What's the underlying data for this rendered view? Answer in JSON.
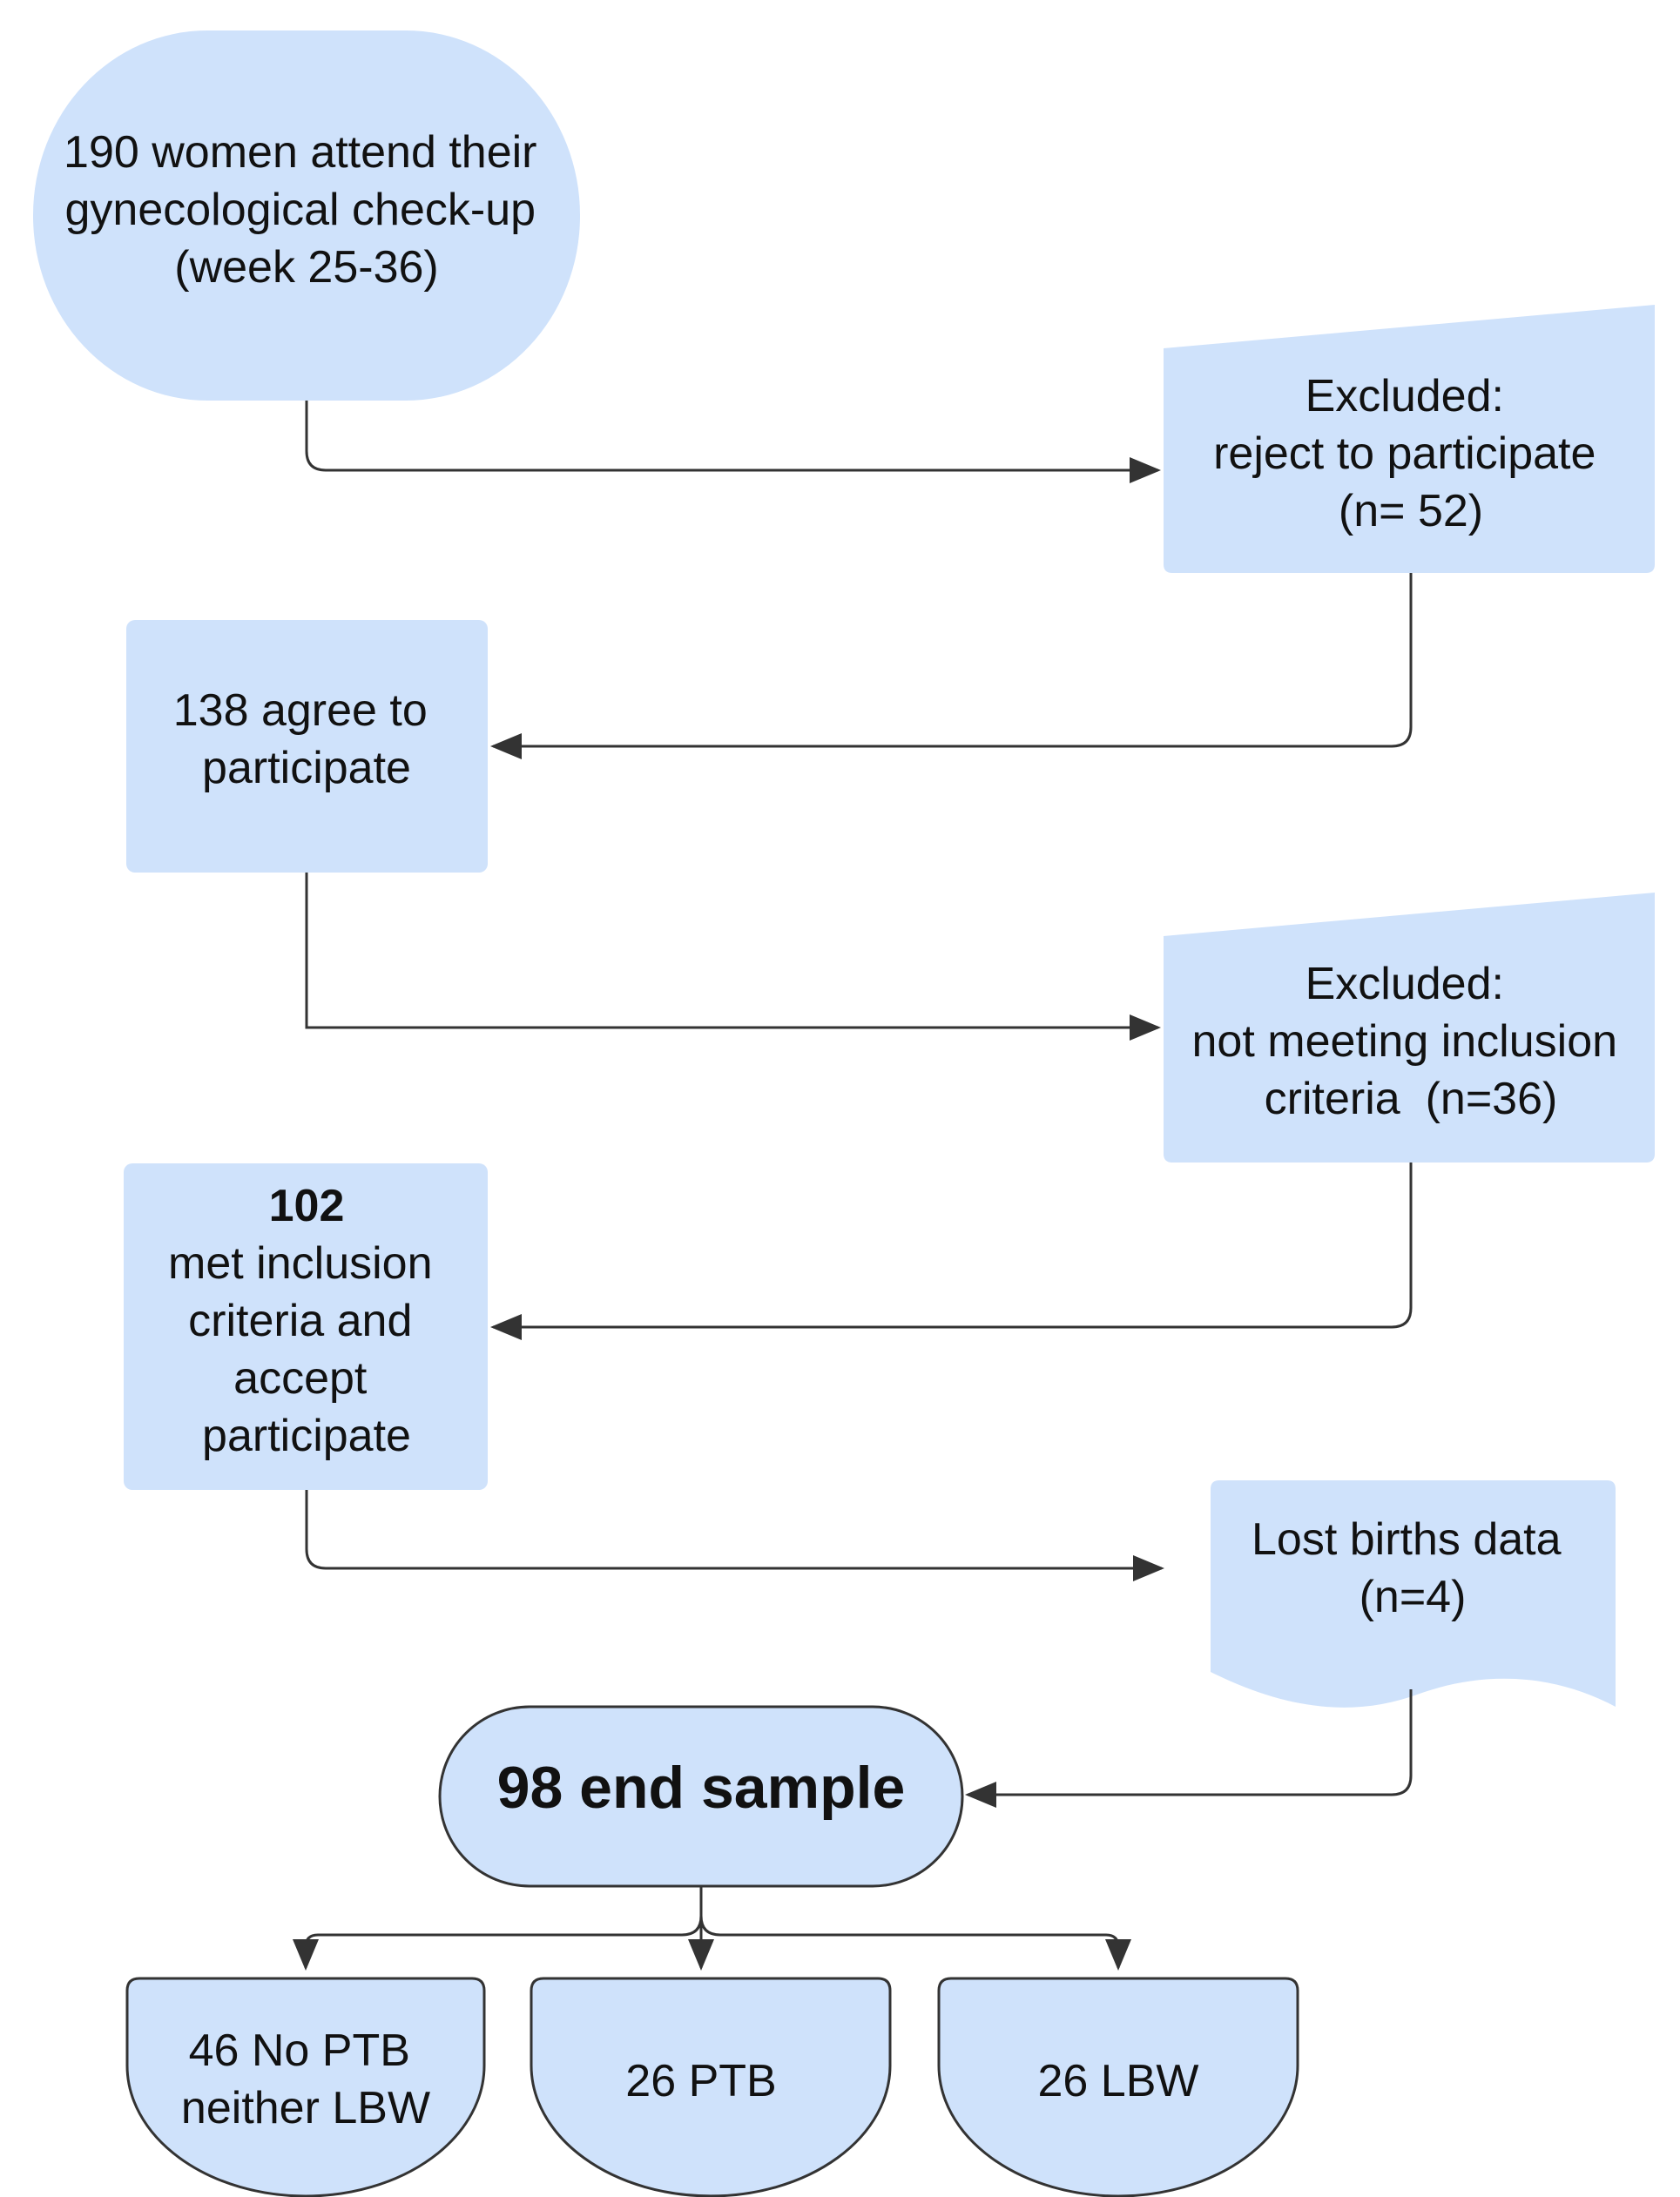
{
  "diagram": {
    "nodes": {
      "attend": {
        "lines": [
          "190 women attend their",
          "gynecological check-up",
          "(week 25-36)"
        ]
      },
      "excluded_reject": {
        "lines": [
          "Excluded:",
          "reject to participate",
          "(n= 52)"
        ]
      },
      "agree": {
        "lines": [
          "138 agree to",
          "participate"
        ]
      },
      "excluded_criteria": {
        "lines": [
          "Excluded:",
          "not meeting inclusion",
          "criteria  (n=36)"
        ]
      },
      "met": {
        "bold_line": "102",
        "lines": [
          "met inclusion",
          "criteria and",
          "accept",
          "participate"
        ]
      },
      "lost": {
        "lines": [
          "Lost births data",
          "(n=4)"
        ]
      },
      "end_sample": {
        "label": "98 end sample"
      },
      "no_ptb": {
        "lines": [
          "46 No PTB",
          "neither LBW"
        ]
      },
      "ptb": {
        "label": "26 PTB"
      },
      "lbw": {
        "label": "26 LBW"
      }
    },
    "colors": {
      "node_fill": "#cfe2fb",
      "stroke": "#333333",
      "text": "#111111"
    }
  }
}
